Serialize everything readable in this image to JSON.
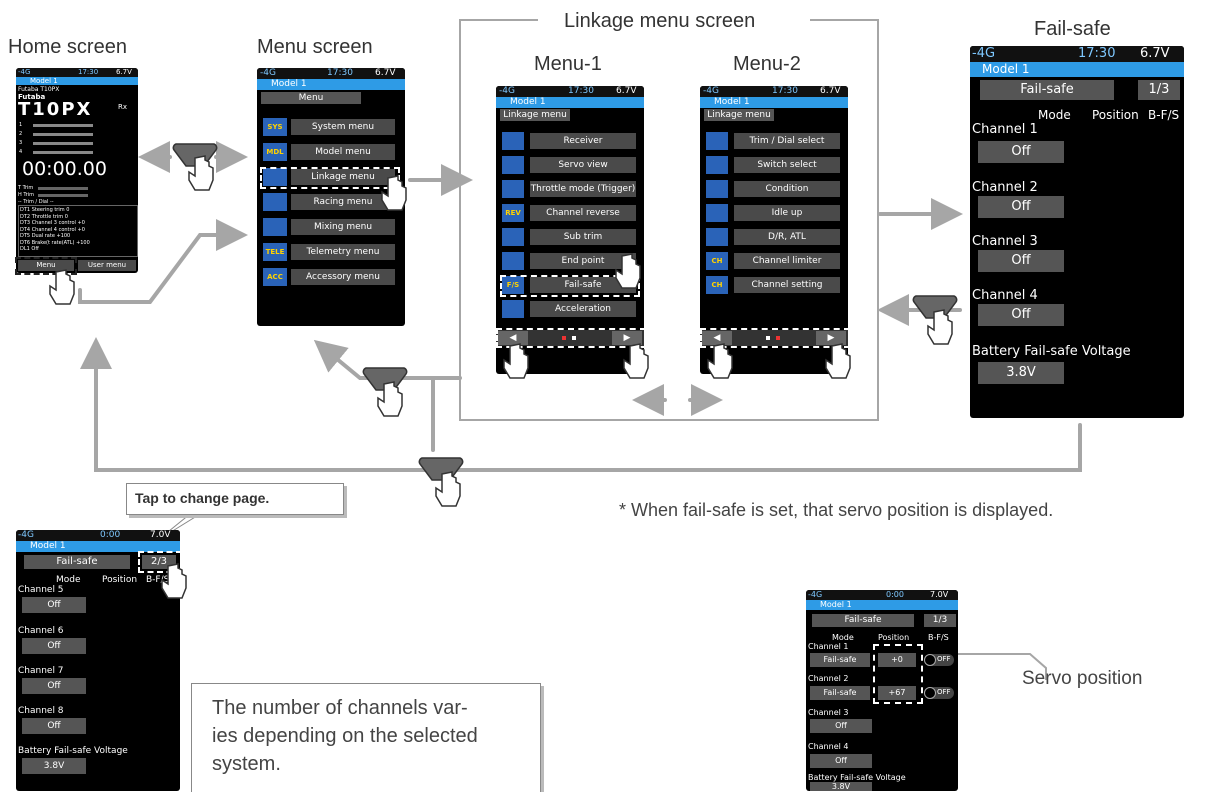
{
  "captions": {
    "home": "Home screen",
    "menu": "Menu screen",
    "linkage": "Linkage menu screen",
    "menu1": "Menu-1",
    "menu2": "Menu-2",
    "failsafe": "Fail-safe"
  },
  "status": {
    "sys": "-4G",
    "time": "17:30",
    "volt": "6.7V",
    "model": "Model 1"
  },
  "home_screen": {
    "brand1": "Futaba T10PX",
    "brand2": "Futaba",
    "logo": "T10PX",
    "rx": "Rx",
    "bars": [
      "1",
      "2",
      "3",
      "4"
    ],
    "timer": "00:00.00",
    "trim1": "T Trim",
    "trim2": "H Trim",
    "dial": "-- Trim / Dial --",
    "dt_rows": [
      {
        "k": "DT1",
        "v": "Steering trim",
        "n": "0"
      },
      {
        "k": "DT2",
        "v": "Throttle trim",
        "n": "0"
      },
      {
        "k": "DT3",
        "v": "Channel 3 control",
        "n": "+0"
      },
      {
        "k": "DT4",
        "v": "Channel 4 control",
        "n": "+0"
      },
      {
        "k": "DT5",
        "v": "Dual rate",
        "n": "+100"
      },
      {
        "k": "DT6",
        "v": "Brake(t rate(ATL)",
        "n": "+100"
      },
      {
        "k": "DL1",
        "v": "Off",
        "n": ""
      }
    ],
    "menu_btn": "Menu",
    "user_btn": "User menu"
  },
  "menu_screen": {
    "header": "Menu",
    "items": [
      {
        "icon": "SYS",
        "label": "System menu"
      },
      {
        "icon": "MDL",
        "label": "Model menu"
      },
      {
        "icon": "",
        "label": "Linkage menu"
      },
      {
        "icon": "",
        "label": "Racing menu"
      },
      {
        "icon": "",
        "label": "Mixing menu"
      },
      {
        "icon": "TELE",
        "label": "Telemetry menu"
      },
      {
        "icon": "ACC",
        "label": "Accessory menu"
      }
    ]
  },
  "menu1_screen": {
    "header": "Linkage menu",
    "items": [
      {
        "icon": "",
        "label": "Receiver"
      },
      {
        "icon": "",
        "label": "Servo view"
      },
      {
        "icon": "",
        "label": "Throttle mode (Trigger)"
      },
      {
        "icon": "REV",
        "label": "Channel reverse"
      },
      {
        "icon": "",
        "label": "Sub trim"
      },
      {
        "icon": "",
        "label": "End point"
      },
      {
        "icon": "F/S",
        "label": "Fail-safe"
      },
      {
        "icon": "",
        "label": "Acceleration"
      }
    ]
  },
  "menu2_screen": {
    "header": "Linkage menu",
    "items": [
      {
        "icon": "",
        "label": "Trim / Dial select"
      },
      {
        "icon": "",
        "label": "Switch select"
      },
      {
        "icon": "",
        "label": "Condition"
      },
      {
        "icon": "",
        "label": "Idle up"
      },
      {
        "icon": "",
        "label": "D/R, ATL"
      },
      {
        "icon": "CH",
        "label": "Channel limiter"
      },
      {
        "icon": "CH",
        "label": "Channel setting"
      }
    ]
  },
  "failsafe_big": {
    "sys": "-4G",
    "time": "17:30",
    "volt": "6.7V",
    "model": "Model 1",
    "title": "Fail-safe",
    "page": "1/3",
    "col_mode": "Mode",
    "col_pos": "Position",
    "col_bfs": "B-F/S",
    "channels": [
      {
        "name": "Channel 1",
        "mode": "Off"
      },
      {
        "name": "Channel 2",
        "mode": "Off"
      },
      {
        "name": "Channel 3",
        "mode": "Off"
      },
      {
        "name": "Channel 4",
        "mode": "Off"
      }
    ],
    "battery_label": "Battery Fail-safe Voltage",
    "battery_value": "3.8V"
  },
  "failsafe_p2": {
    "sys": "-4G",
    "time": "0:00",
    "volt": "7.0V",
    "model": "Model 1",
    "title": "Fail-safe",
    "page": "2/3",
    "col_mode": "Mode",
    "col_pos": "Position",
    "col_bfs": "B-F/S",
    "channels": [
      {
        "name": "Channel 5",
        "mode": "Off"
      },
      {
        "name": "Channel 6",
        "mode": "Off"
      },
      {
        "name": "Channel 7",
        "mode": "Off"
      },
      {
        "name": "Channel 8",
        "mode": "Off"
      }
    ],
    "battery_label": "Battery Fail-safe Voltage",
    "battery_value": "3.8V"
  },
  "failsafe_p1": {
    "sys": "-4G",
    "time": "0:00",
    "volt": "7.0V",
    "model": "Model 1",
    "title": "Fail-safe",
    "page": "1/3",
    "col_mode": "Mode",
    "col_pos": "Position",
    "col_bfs": "B-F/S",
    "channels": [
      {
        "name": "Channel 1",
        "mode": "Fail-safe",
        "pos": "+0",
        "bfs": "OFF"
      },
      {
        "name": "Channel 2",
        "mode": "Fail-safe",
        "pos": "+67",
        "bfs": "OFF"
      },
      {
        "name": "Channel 3",
        "mode": "Off",
        "pos": "",
        "bfs": ""
      },
      {
        "name": "Channel 4",
        "mode": "Off",
        "pos": "",
        "bfs": ""
      }
    ],
    "battery_label": "Battery Fail-safe Voltage",
    "battery_value": "3.8V"
  },
  "notes": {
    "tap_page": "Tap to change page.",
    "channels_vary_1": "The number of channels var-",
    "channels_vary_2": "ies depending on the selected",
    "channels_vary_3": "system.",
    "servo_note": "* When fail-safe is set, that servo position is displayed.",
    "servo_position": "Servo position"
  },
  "colors": {
    "accent": "#2e9be6",
    "button": "#4a4a4a",
    "arrow": "#a6a6a6",
    "icon_bg": "#2a63b8"
  }
}
